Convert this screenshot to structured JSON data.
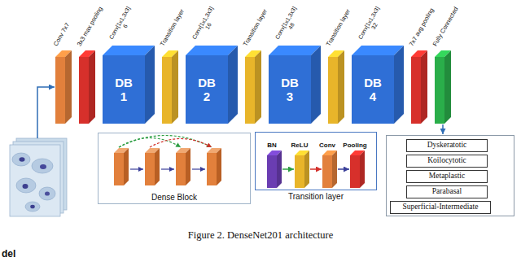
{
  "diagram": {
    "caption": "Figure 2. DenseNet201 architecture",
    "nodes": [
      {
        "text": [
          "Conv 7x7"
        ]
      },
      {
        "text": [
          "3x3 max pooling"
        ]
      },
      {
        "text": [
          "Conv[1x1,3x3] 6",
          "DB 1"
        ]
      },
      {
        "text": [
          "Transition layer"
        ]
      },
      {
        "text": [
          "Conv[1x1,3x3] 16",
          "DB 2"
        ]
      },
      {
        "text": [
          "Transition layer"
        ]
      },
      {
        "text": [
          "Conv[1x1,3x3] 48",
          "DB 3"
        ]
      },
      {
        "text": [
          "Transition layer"
        ]
      },
      {
        "text": [
          "Conv[1x1,3x3] 32",
          "DB 4"
        ]
      },
      {
        "text": [
          "7x7 avg pooling"
        ]
      },
      {
        "text": [
          "Fully Connected"
        ]
      },
      {
        "text": [
          "Dense Block"
        ]
      },
      {
        "text": [
          "Transition layer"
        ]
      },
      {
        "text": [
          "BN"
        ],
        "in": 12
      },
      {
        "text": [
          "ReLU"
        ],
        "in": 12
      },
      {
        "text": [
          "Conv"
        ],
        "in": 12
      },
      {
        "text": [
          "Pooling"
        ],
        "in": 12
      },
      {
        "text": []
      },
      {
        "text": [
          "Dyskeratotic"
        ],
        "in": 17
      },
      {
        "text": [
          "Koilocytotic"
        ],
        "in": 17
      },
      {
        "text": [
          "Metaplastic"
        ],
        "in": 17
      },
      {
        "text": [
          "Parabasal"
        ],
        "in": 17
      },
      {
        "text": [
          "Superficial-Intermediate"
        ],
        "in": 17
      }
    ],
    "edges": [
      {
        "from": 13,
        "to": 14,
        "arrow": "to"
      },
      {
        "from": 14,
        "to": 15,
        "arrow": "to"
      },
      {
        "from": 15,
        "to": 16,
        "arrow": "to"
      },
      {
        "from": 10,
        "to": 17,
        "arrow": "to"
      }
    ],
    "labels": [
      "del"
    ]
  }
}
